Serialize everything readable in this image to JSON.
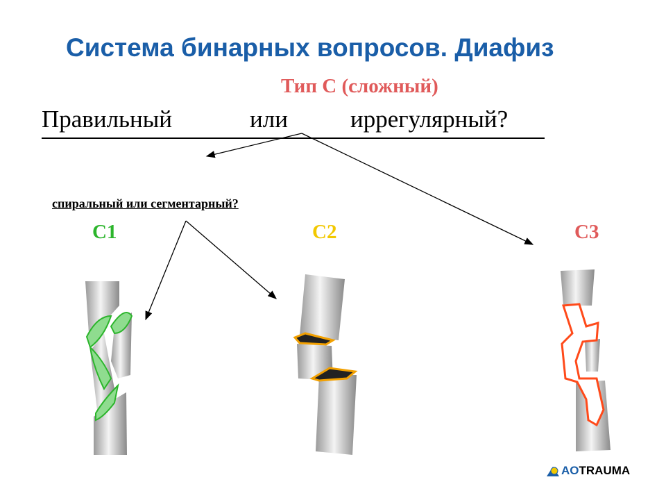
{
  "title": "Система бинарных вопросов. Диафиз",
  "subtitle": "Тип С (сложный)",
  "question": {
    "left": "Правильный",
    "middle": "или",
    "right": "иррегулярный?"
  },
  "sub_question": "спиральный или сегментарный?",
  "types": [
    {
      "label": "C1",
      "color": "#2cb52c"
    },
    {
      "label": "C2",
      "color": "#f2c800"
    },
    {
      "label": "C3",
      "color": "#e05a5a"
    }
  ],
  "logo": {
    "ao": "AO",
    "trauma": "TRAUMA",
    "ao_color": "#1a5ea8"
  }
}
